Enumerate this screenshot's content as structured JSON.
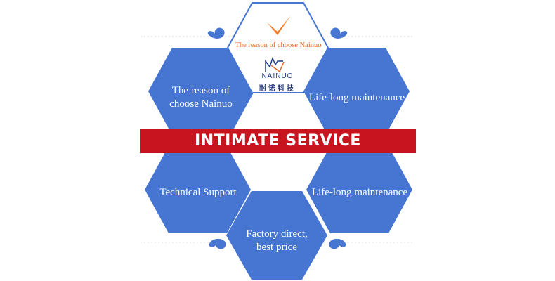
{
  "center": {
    "caption": "The reason of choose Nainuo",
    "logo_word": "NAINUO",
    "logo_cn": "耐诺科技"
  },
  "banner": {
    "text": "INTIMATE SERVICE"
  },
  "hexagons": {
    "top_left": "The reason of choose Nainuo",
    "top_right": "Life-long maintenance",
    "bottom_left": "Technical Support",
    "bottom_right": "Life-long maintenance",
    "bottom_center": "Factory direct, best price"
  },
  "colors": {
    "hex_fill": "#4675d2",
    "center_border": "#4675d2",
    "banner": "#c8141e",
    "heart": "#4675d2",
    "check": "#f07c2c"
  }
}
